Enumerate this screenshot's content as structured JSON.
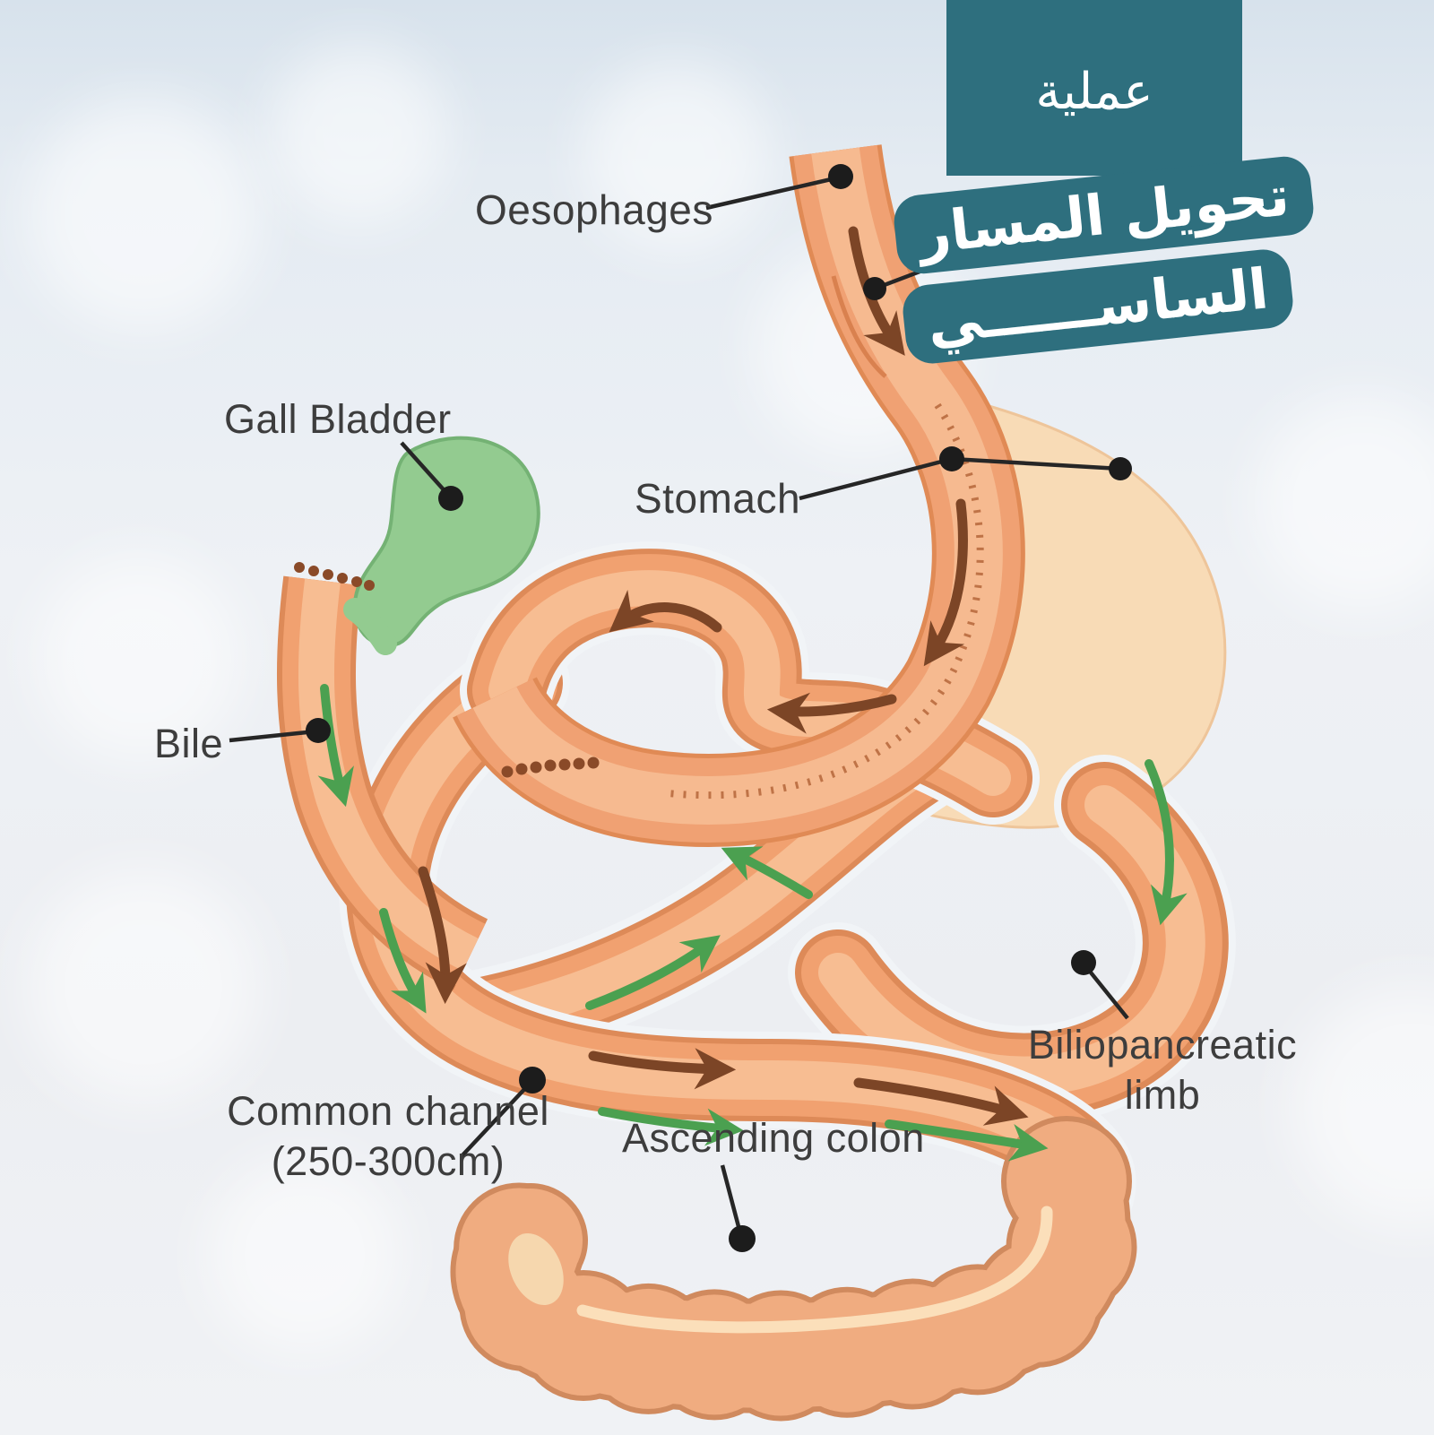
{
  "badge": {
    "word_top": "عملية",
    "line1": "تحويل المسار",
    "line2": "الساســــــي",
    "bg_color": "#2e6f7e",
    "text_color": "#ffffff"
  },
  "labels": {
    "oesophagus": "Oesophages",
    "gall_bladder": "Gall Bladder",
    "stomach": "Stomach",
    "bile": "Bile",
    "common_channel": "Common channel",
    "common_channel_size": "(250-300cm)",
    "ascending_colon": "Ascending colon",
    "biliopancreatic_1": "Biliopancreatic",
    "biliopancreatic_2": "limb"
  },
  "colors": {
    "badge_teal": "#2e6f7e",
    "tube_edge": "#e08a55",
    "tube_body": "#f0a173",
    "tube_highlight": "#f6ba90",
    "stomach_remnant": "#f8dbb6",
    "gall_bladder_green": "#93cb90",
    "food_arrow_brown": "#7c4526",
    "bile_arrow_green": "#4ba050",
    "label_text": "#3d3d3d"
  }
}
